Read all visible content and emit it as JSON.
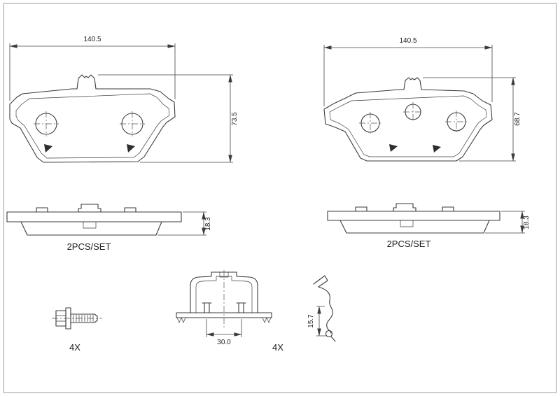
{
  "drawing": {
    "background_color": "#ffffff",
    "line_color": "#3b3b3b",
    "frame_color": "#9b9b9b"
  },
  "views": {
    "pad_front_left": {
      "width_dim": "140.5",
      "height_dim": "73.5"
    },
    "pad_front_right": {
      "width_dim": "140.5",
      "height_dim": "68.7"
    },
    "pad_edge_left": {
      "thickness_dim": "18.3",
      "set_label": "2PCS/SET"
    },
    "pad_edge_right": {
      "thickness_dim": "18.3",
      "set_label": "2PCS/SET"
    },
    "bolt": {
      "qty_label": "4X"
    },
    "spring_clip": {
      "width_dim": "30.0",
      "qty_label": "4X"
    },
    "wear_sensor": {
      "height_dim": "15.7"
    }
  }
}
